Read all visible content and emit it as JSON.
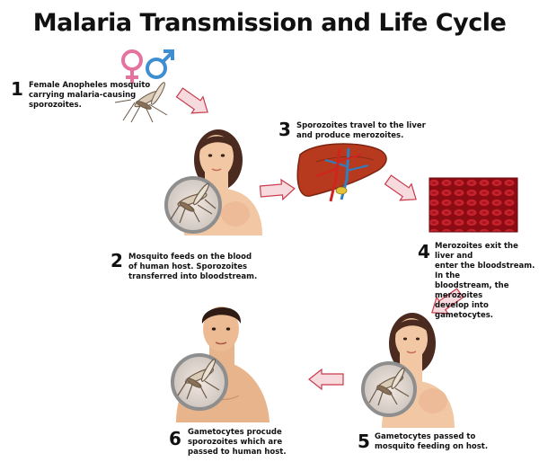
{
  "title": "Malaria Transmission and Life Cycle",
  "steps": [
    {
      "number": "1",
      "text": "Female Anopheles mosquito\ncarrying malaria-causing\nsporozoites."
    },
    {
      "number": "2",
      "text": "Mosquito feeds on the blood\nof human host. Sporozoites\ntransferred into bloodstream."
    },
    {
      "number": "3",
      "text": "Sporozoites travel to the liver\nand produce merozoites."
    },
    {
      "number": "4",
      "text": "Merozoites exit the liver and\nenter the bloodstream. In the\nbloodstream, the merozoites\ndevelop into gametocytes."
    },
    {
      "number": "5",
      "text": "Gametocytes passed to\nmosquito feeding on host."
    },
    {
      "number": "6",
      "text": "Gametocytes procude\nsporozoites which are\npassed to human host."
    }
  ],
  "colors": {
    "female_symbol": "#e5739f",
    "male_symbol": "#3f8ed0",
    "arrow_fill": "#f6dadd",
    "arrow_stroke": "#c93a4a",
    "skin": "#f2c8a4",
    "hair_female": "#4b2a20",
    "hair_male": "#2e1b14",
    "liver": "#b83a1e",
    "blood": "#9b0f17"
  }
}
